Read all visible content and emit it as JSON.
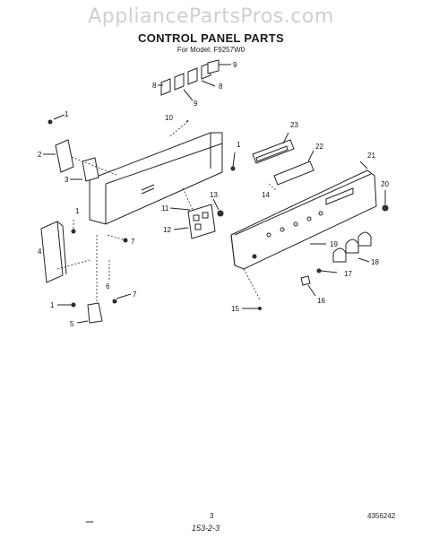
{
  "watermark": "AppliancePartsPros.com",
  "title": "CONTROL PANEL PARTS",
  "subtitle": "For Model: F9257W0",
  "callouts": [
    "1",
    "2",
    "3",
    "4",
    "5",
    "6",
    "7",
    "8",
    "9",
    "10",
    "11",
    "12",
    "13",
    "14",
    "15",
    "16",
    "17",
    "18",
    "19",
    "20",
    "21",
    "22",
    "23"
  ],
  "footer": {
    "page_number": "3",
    "handwritten": "153-2-3",
    "part_code": "4356242"
  }
}
